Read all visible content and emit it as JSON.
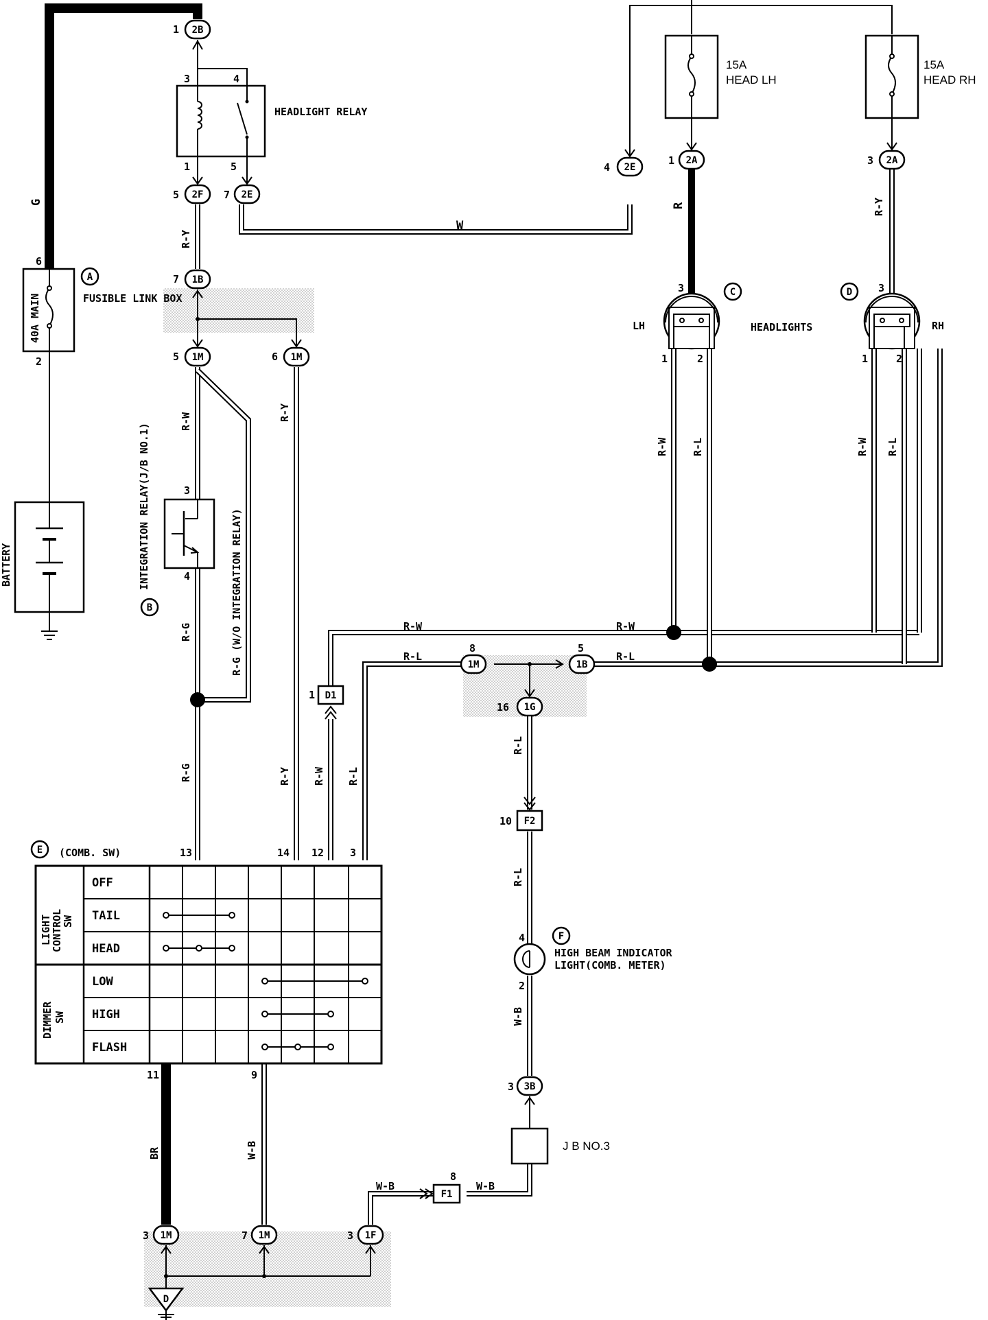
{
  "components": {
    "headlight_relay": "HEADLIGHT RELAY",
    "fusible_link_main": "40A MAIN",
    "fusible_link_box": "FUSIBLE LINK BOX",
    "battery": "BATTERY",
    "integration_relay": "INTEGRATION RELAY(J/B NO.1)",
    "fuse_lh_rating": "15A",
    "fuse_lh_name": "HEAD LH",
    "fuse_rh_rating": "15A",
    "fuse_rh_name": "HEAD RH",
    "headlights": "HEADLIGHTS",
    "headlight_lh": "LH",
    "headlight_rh": "RH",
    "comb_switch": "(COMB. SW)",
    "high_beam_indicator": "HIGH BEAM INDICATOR",
    "high_beam_indicator_2": "LIGHT(COMB. METER)",
    "jb_no3": "J B  NO.3",
    "w_o_integration": "R-G (W/O INTEGRATION RELAY)"
  },
  "markers": {
    "A": "A",
    "B": "B",
    "C": "C",
    "D": "D",
    "E": "E",
    "F": "F"
  },
  "connectors": {
    "c2B": "2B",
    "c2F": "2F",
    "c2E": "2E",
    "c1B": "1B",
    "c1M": "1M",
    "c2A": "2A",
    "c1G": "1G",
    "cD1": "D1",
    "cF2": "F2",
    "c3B": "3B",
    "cF1": "F1",
    "c1F": "1F",
    "ground_d": "D"
  },
  "wires": {
    "G": "G",
    "R": "R",
    "W": "W",
    "RY": "R-Y",
    "RW": "R-W",
    "RL": "R-L",
    "RG": "R-G",
    "WB": "W-B",
    "BR": "BR"
  },
  "pins": {
    "p1": "1",
    "p2": "2",
    "p3": "3",
    "p4": "4",
    "p5": "5",
    "p6": "6",
    "p7": "7",
    "p8": "8",
    "p9": "9",
    "p10": "10",
    "p11": "11",
    "p12": "12",
    "p13": "13",
    "p14": "14",
    "p16": "16"
  },
  "switch_table": {
    "light_control_1": "LIGHT",
    "light_control_2": "CONTROL",
    "light_control_3": "SW",
    "dimmer_1": "DIMMER",
    "dimmer_2": "SW",
    "rows": [
      "OFF",
      "TAIL",
      "HEAD",
      "LOW",
      "HIGH",
      "FLASH"
    ]
  }
}
